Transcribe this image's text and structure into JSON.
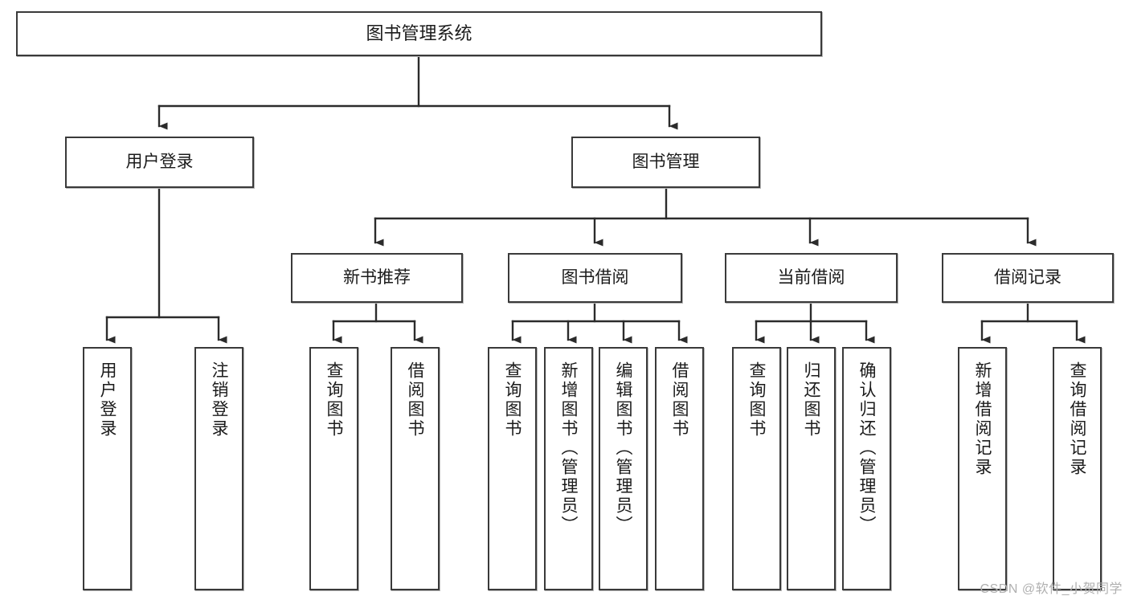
{
  "diagram": {
    "type": "tree",
    "title": "图书管理系统",
    "watermark": "CSDN @软件_小贺同学",
    "colors": {
      "box_border": "#3a3a3a",
      "box_fill": "#ffffff",
      "connector": "#2b2b2b",
      "text": "#1b1b1b",
      "watermark": "#b0b0b0",
      "background": "#ffffff"
    },
    "nodes": {
      "root": {
        "label": "图书管理系统"
      },
      "level2": [
        {
          "id": "user-login",
          "label": "用户登录"
        },
        {
          "id": "book-management",
          "label": "图书管理"
        }
      ],
      "level3": [
        {
          "id": "new-book-recommend",
          "label": "新书推荐"
        },
        {
          "id": "book-borrow",
          "label": "图书借阅"
        },
        {
          "id": "current-borrow",
          "label": "当前借阅"
        },
        {
          "id": "borrow-record",
          "label": "借阅记录"
        }
      ],
      "leaves": {
        "user-login": [
          {
            "id": "leaf-user-login",
            "label": "用户登录"
          },
          {
            "id": "leaf-logout-login",
            "label": "注销登录"
          }
        ],
        "new-book-recommend": [
          {
            "id": "leaf-query-book-1",
            "label": "查询图书"
          },
          {
            "id": "leaf-borrow-book-1",
            "label": "借阅图书"
          }
        ],
        "book-borrow": [
          {
            "id": "leaf-query-book-2",
            "label": "查询图书"
          },
          {
            "id": "leaf-add-book",
            "label": "新增图书（管理员）"
          },
          {
            "id": "leaf-edit-book",
            "label": "编辑图书（管理员）"
          },
          {
            "id": "leaf-borrow-book-2",
            "label": "借阅图书"
          }
        ],
        "current-borrow": [
          {
            "id": "leaf-query-book-3",
            "label": "查询图书"
          },
          {
            "id": "leaf-return-book",
            "label": "归还图书"
          },
          {
            "id": "leaf-confirm-return",
            "label": "确认归还（管理员）"
          }
        ],
        "borrow-record": [
          {
            "id": "leaf-add-record",
            "label": "新增借阅记录"
          },
          {
            "id": "leaf-query-record",
            "label": "查询借阅记录"
          }
        ]
      }
    },
    "edges": [
      {
        "from": "图书管理系统",
        "to": "用户登录"
      },
      {
        "from": "图书管理系统",
        "to": "图书管理"
      },
      {
        "from": "用户登录",
        "to": "用户登录"
      },
      {
        "from": "用户登录",
        "to": "注销登录"
      },
      {
        "from": "图书管理",
        "to": "新书推荐"
      },
      {
        "from": "图书管理",
        "to": "图书借阅"
      },
      {
        "from": "图书管理",
        "to": "当前借阅"
      },
      {
        "from": "图书管理",
        "to": "借阅记录"
      },
      {
        "from": "新书推荐",
        "to": "查询图书"
      },
      {
        "from": "新书推荐",
        "to": "借阅图书"
      },
      {
        "from": "图书借阅",
        "to": "查询图书"
      },
      {
        "from": "图书借阅",
        "to": "新增图书（管理员）"
      },
      {
        "from": "图书借阅",
        "to": "编辑图书（管理员）"
      },
      {
        "from": "图书借阅",
        "to": "借阅图书"
      },
      {
        "from": "当前借阅",
        "to": "查询图书"
      },
      {
        "from": "当前借阅",
        "to": "归还图书"
      },
      {
        "from": "当前借阅",
        "to": "确认归还（管理员）"
      },
      {
        "from": "借阅记录",
        "to": "新增借阅记录"
      },
      {
        "from": "借阅记录",
        "to": "查询借阅记录"
      }
    ]
  }
}
